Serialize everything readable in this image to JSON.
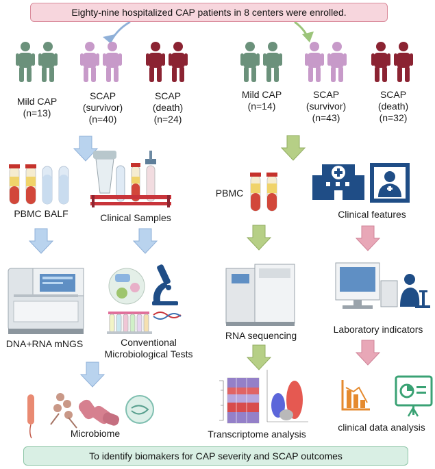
{
  "header": {
    "text": "Eighty-nine hospitalized CAP patients in 8 centers were enrolled."
  },
  "footer": {
    "text": "To identify biomakers for CAP severity and SCAP outcomes"
  },
  "cohort_left": {
    "mild": {
      "line1": "Mild CAP",
      "line2": "(n=13)"
    },
    "survivor": {
      "line1": "SCAP",
      "line2": "(survivor)",
      "line3": "(n=40)"
    },
    "death": {
      "line1": "SCAP",
      "line2": "(death)",
      "line3": "(n=24)"
    }
  },
  "cohort_right": {
    "mild": {
      "line1": "Mild CAP",
      "line2": "(n=14)"
    },
    "survivor": {
      "line1": "SCAP",
      "line2": "(survivor)",
      "line3": "(n=43)"
    },
    "death": {
      "line1": "SCAP",
      "line2": "(death)",
      "line3": "(n=32)"
    }
  },
  "labels": {
    "pbmc_balf": "PBMC BALF",
    "clinical_samples": "Clinical Samples",
    "mngs": "DNA+RNA  mNGS",
    "conventional_1": "Conventional",
    "conventional_2": "Microbiological Tests",
    "microbiome": "Microbiome",
    "pbmc": "PBMC",
    "rna_seq": "RNA sequencing",
    "transcriptome": "Transcriptome analysis",
    "clinical_features": "Clinical features",
    "lab_indicators": "Laboratory indicators",
    "clinical_analysis": "clinical data analysis"
  },
  "colors": {
    "header_fill": "#f7d6dd",
    "header_border": "#d98a9a",
    "footer_fill": "#d9efe4",
    "footer_border": "#8cc5a6",
    "mild": "#6b917b",
    "survivor": "#c79ac9",
    "death": "#8b2332",
    "arrow_blue": "#b9d3ee",
    "arrow_green": "#b6cf86",
    "arrow_pink": "#e8a7b7",
    "icon_navy": "#1f4d86"
  }
}
